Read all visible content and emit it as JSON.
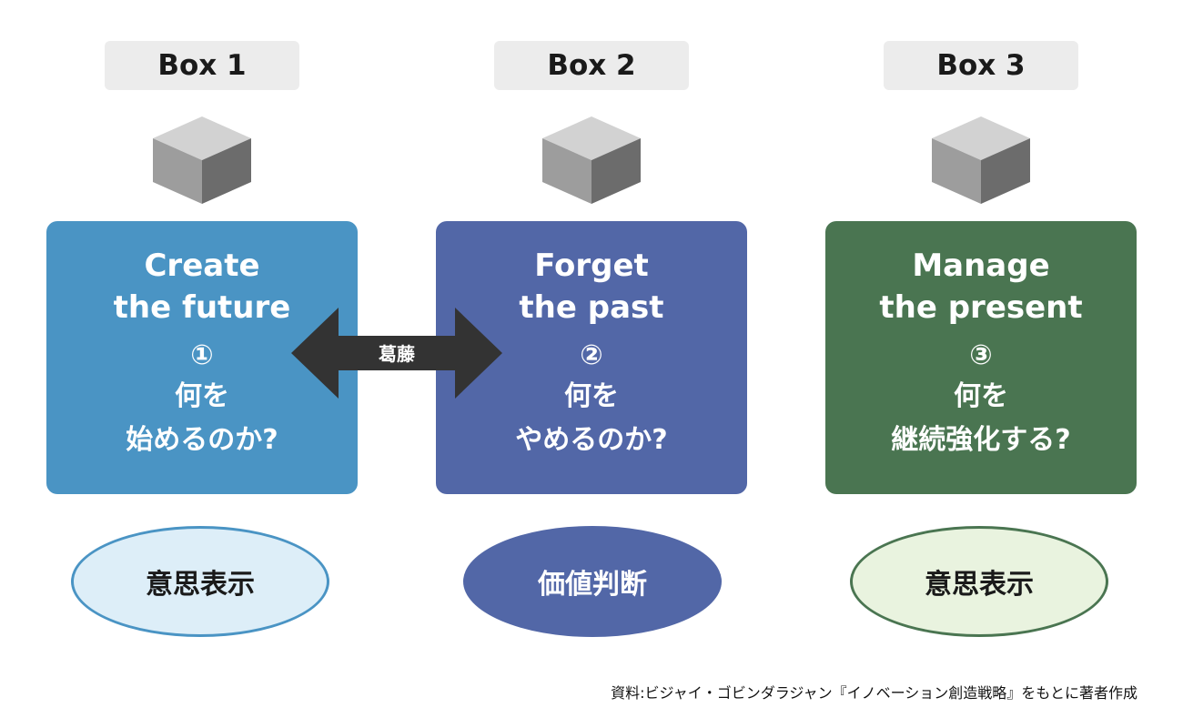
{
  "colors": {
    "label_bg": "#ececec",
    "box1": "#4a94c4",
    "box2": "#5267a7",
    "box3": "#4a7551",
    "ellipse1_fill": "#ddeef8",
    "ellipse1_border": "#4a94c4",
    "ellipse2_fill": "#5267a7",
    "ellipse3_fill": "#e9f3df",
    "ellipse3_border": "#4a7551",
    "arrow": "#333333"
  },
  "columns": [
    {
      "label": "Box 1",
      "cube_icon": "cube-icon",
      "title_line1": "Create",
      "title_line2": "the future",
      "number": "①",
      "question_line1": "何を",
      "question_line2": "始めるのか?",
      "ellipse_text": "意思表示"
    },
    {
      "label": "Box 2",
      "cube_icon": "cube-icon",
      "title_line1": "Forget",
      "title_line2": "the past",
      "number": "②",
      "question_line1": "何を",
      "question_line2": "やめるのか?",
      "ellipse_text": "価値判断"
    },
    {
      "label": "Box 3",
      "cube_icon": "cube-icon",
      "title_line1": "Manage",
      "title_line2": "the present",
      "number": "③",
      "question_line1": "何を",
      "question_line2": "継続強化する?",
      "ellipse_text": "意思表示"
    }
  ],
  "arrow": {
    "icon": "double-arrow-icon",
    "label": "葛藤"
  },
  "source_note": "資料:ビジャイ・ゴビンダラジャン『イノベーション創造戦略』をもとに著者作成"
}
